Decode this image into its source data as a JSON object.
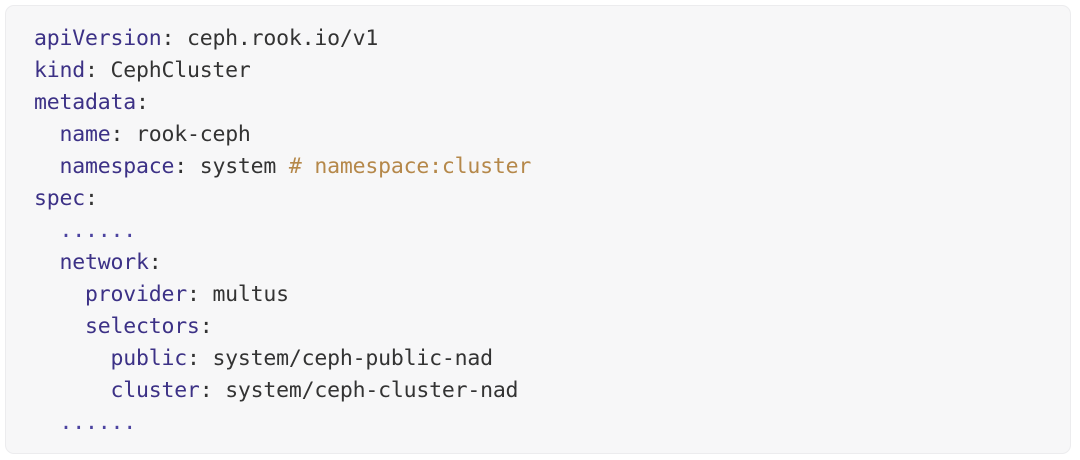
{
  "card": {
    "background_color": "#f7f7f8",
    "border_color": "#ececee",
    "language": "yaml"
  },
  "colors": {
    "key": "#3c3186",
    "value": "#333333",
    "comment": "#b5884a",
    "ellipsis": "#4c43a0"
  },
  "code": {
    "lines": [
      {
        "indent": "",
        "key": "apiVersion",
        "sep": ": ",
        "value": "ceph.rook.io/v1",
        "comment": ""
      },
      {
        "indent": "",
        "key": "kind",
        "sep": ": ",
        "value": "CephCluster",
        "comment": ""
      },
      {
        "indent": "",
        "key": "metadata",
        "sep": ":",
        "value": "",
        "comment": ""
      },
      {
        "indent": "  ",
        "key": "name",
        "sep": ": ",
        "value": "rook-ceph",
        "comment": ""
      },
      {
        "indent": "  ",
        "key": "namespace",
        "sep": ": ",
        "value": "system ",
        "comment": "# namespace:cluster"
      },
      {
        "indent": "",
        "key": "spec",
        "sep": ":",
        "value": "",
        "comment": ""
      },
      {
        "indent": "  ",
        "key": "",
        "sep": "",
        "value": "",
        "comment": "",
        "ellipsis": "......"
      },
      {
        "indent": "  ",
        "key": "network",
        "sep": ":",
        "value": "",
        "comment": ""
      },
      {
        "indent": "    ",
        "key": "provider",
        "sep": ": ",
        "value": "multus",
        "comment": ""
      },
      {
        "indent": "    ",
        "key": "selectors",
        "sep": ":",
        "value": "",
        "comment": ""
      },
      {
        "indent": "      ",
        "key": "public",
        "sep": ": ",
        "value": "system/ceph-public-nad",
        "comment": ""
      },
      {
        "indent": "      ",
        "key": "cluster",
        "sep": ": ",
        "value": "system/ceph-cluster-nad",
        "comment": ""
      },
      {
        "indent": "  ",
        "key": "",
        "sep": "",
        "value": "",
        "comment": "",
        "ellipsis": "......"
      }
    ]
  },
  "plain_text": "apiVersion: ceph.rook.io/v1\nkind: CephCluster\nmetadata:\n  name: rook-ceph\n  namespace: system # namespace:cluster\nspec:\n  ......\n  network:\n    provider: multus\n    selectors:\n      public: system/ceph-public-nad\n      cluster: system/ceph-cluster-nad\n  ......"
}
